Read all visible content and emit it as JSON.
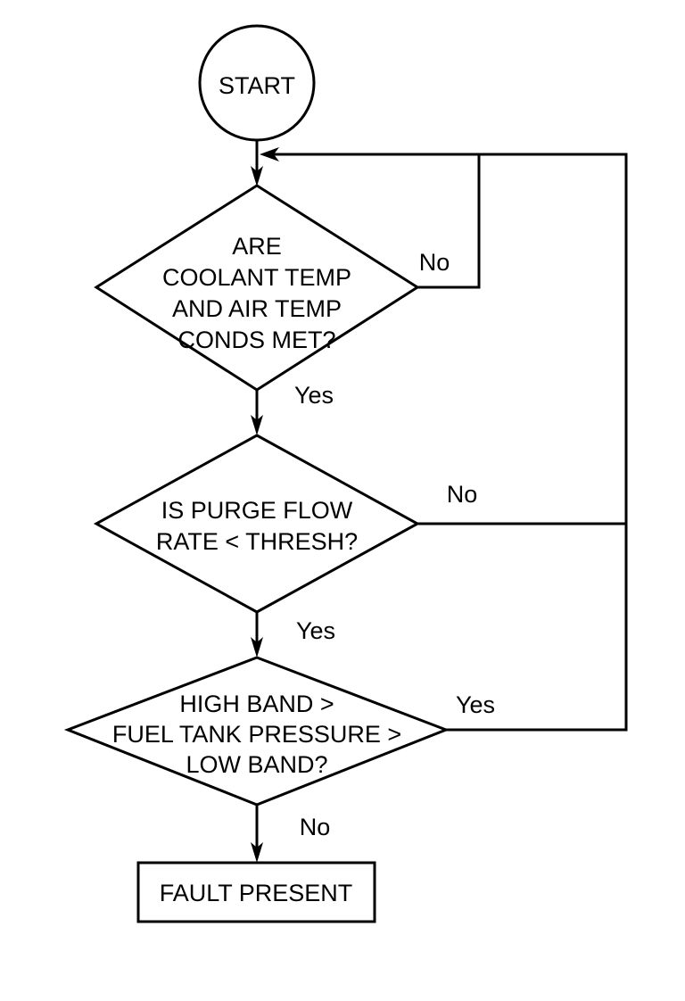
{
  "diagram": {
    "type": "flowchart",
    "background_color": "#ffffff",
    "line_color": "#000000",
    "text_color": "#000000"
  },
  "start": {
    "label": "START"
  },
  "decision_coolant": {
    "lines": [
      "ARE",
      "COOLANT TEMP",
      "AND AIR TEMP",
      "CONDS MET?"
    ],
    "no_label": "No",
    "yes_label": "Yes"
  },
  "decision_purge": {
    "lines": [
      "IS PURGE FLOW",
      "RATE < THRESH?"
    ],
    "no_label": "No",
    "yes_label": "Yes"
  },
  "decision_pressure": {
    "lines": [
      "HIGH BAND >",
      "FUEL TANK PRESSURE >",
      "LOW BAND?"
    ],
    "yes_label": "Yes",
    "no_label": "No"
  },
  "terminal": {
    "label": "FAULT PRESENT"
  }
}
